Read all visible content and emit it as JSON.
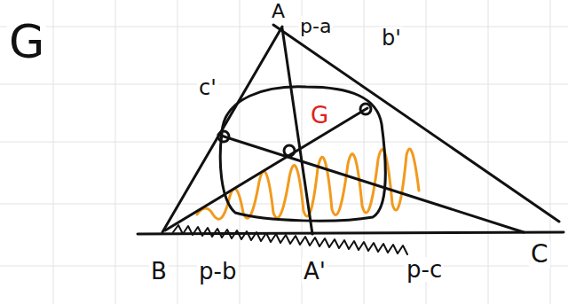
{
  "diagram": {
    "labels": [
      "G",
      "A",
      "p-a",
      "b'",
      "c'",
      "G",
      "B",
      "p-b",
      "A'",
      "p-c",
      "C"
    ]
  }
}
